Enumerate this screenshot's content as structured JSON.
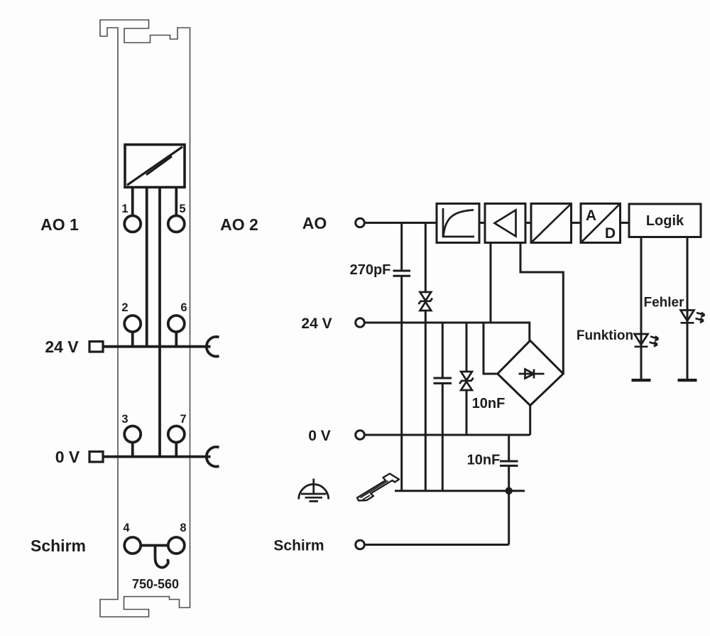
{
  "module": {
    "part_number": "750-560",
    "channel_labels": {
      "ao1": "AO 1",
      "ao2": "AO 2"
    },
    "power_labels": {
      "v24": "24 V",
      "v0": "0 V",
      "shield": "Schirm"
    },
    "terminal_numbers": [
      "1",
      "2",
      "3",
      "4",
      "5",
      "6",
      "7",
      "8"
    ]
  },
  "schematic": {
    "signal_labels": {
      "ao": "AO",
      "v24": "24 V",
      "v0": "0 V",
      "shield": "Schirm"
    },
    "component_labels": {
      "c270": "270pF",
      "c10_upper": "10nF",
      "c10_lower": "10nF"
    },
    "block_labels": {
      "adc_a": "A",
      "adc_d": "D",
      "logic": "Logik"
    },
    "led_labels": {
      "function": "Funktion",
      "error": "Fehler"
    }
  },
  "colors": {
    "wire": "#1d1d1d",
    "module_outline": "#4f4f4f",
    "background": "#fdfdfd"
  }
}
